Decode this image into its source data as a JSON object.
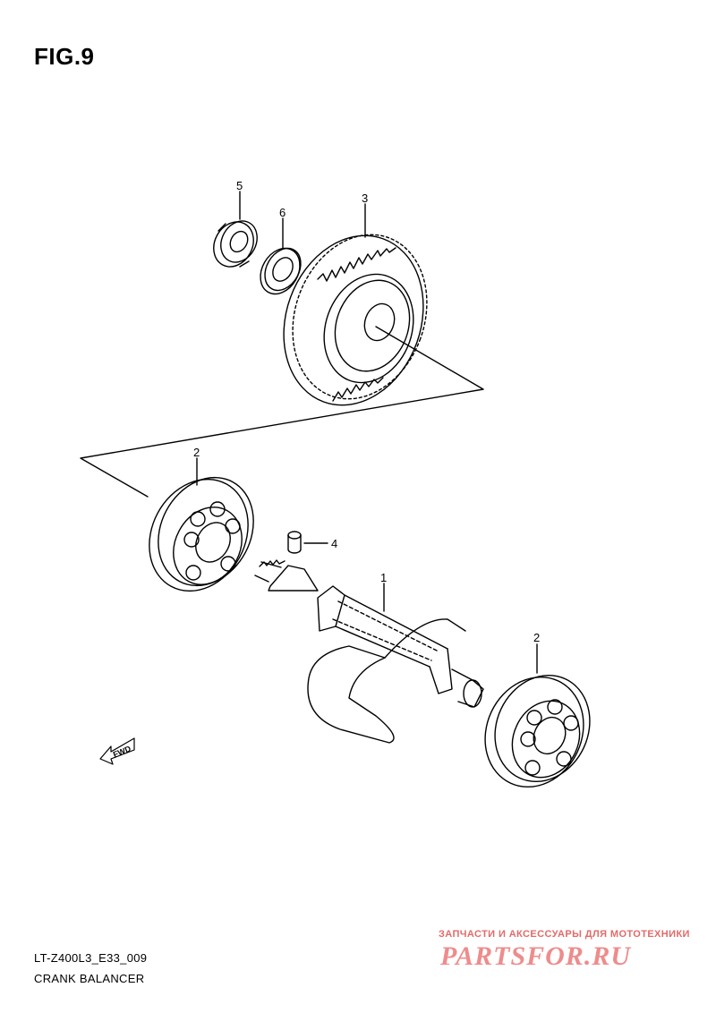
{
  "figure": {
    "title": "FIG.9"
  },
  "callouts": {
    "crankshaft_part": "1",
    "bearing_left": "2",
    "bearing_right": "2",
    "gear": "3",
    "pin": "4",
    "nut": "5",
    "washer": "6"
  },
  "direction_marker": {
    "text": "FWD",
    "icon": "fwd-arrow-icon"
  },
  "footer": {
    "drawing_code": "LT-Z400L3_E33_009",
    "assembly_name": "CRANK BALANCER"
  },
  "watermark": {
    "tagline": "ЗАПЧАСТИ И АКСЕССУАРЫ ДЛЯ МОТОТЕХНИКИ",
    "site": "PARTSFOR.RU"
  },
  "colors": {
    "line": "#000000",
    "background": "#ffffff",
    "watermark": "#ee8c8c"
  }
}
